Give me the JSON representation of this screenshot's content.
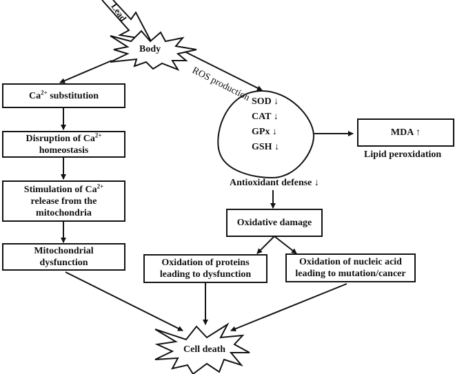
{
  "diagram": {
    "input": "Lead",
    "source_node": "Body",
    "ros_label": "ROS production",
    "calcium_pathway": [
      {
        "pre": "Ca",
        "sup": "2+",
        "post": " substitution"
      },
      {
        "line1_pre": "Disruption of Ca",
        "sup": "2+",
        "line2": "homeostasis"
      },
      {
        "line1_pre": "Stimulation of Ca",
        "sup": "2+",
        "line2": "release from the",
        "line3": "mitochondria"
      },
      {
        "line1": "Mitochondrial",
        "line2": "dysfunction"
      }
    ],
    "antioxidants": [
      "SOD ↓",
      "CAT ↓",
      "GPx ↓",
      "GSH ↓"
    ],
    "antioxidant_label": "Antioxidant defense ↓",
    "mda": {
      "box": "MDA ↑",
      "label": "Lipid peroxidation"
    },
    "oxidative_damage": "Oxidative damage",
    "protein_box": {
      "line1": "Oxidation of proteins",
      "line2": "leading to dysfunction"
    },
    "nucleic_box": {
      "line1": "Oxidation of nucleic acid",
      "line2": "leading to mutation/cancer"
    },
    "outcome": "Cell death"
  }
}
